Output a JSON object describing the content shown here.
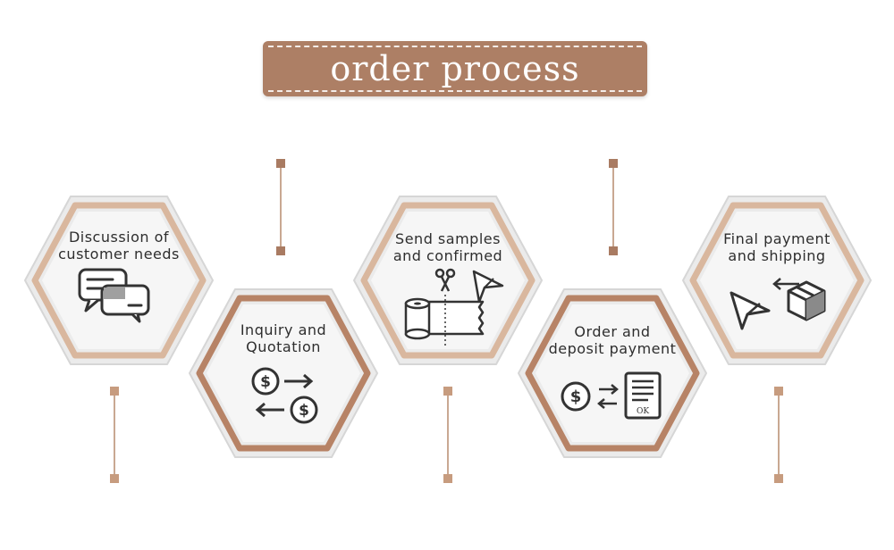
{
  "title": "order process",
  "steps": [
    {
      "label": "Discussion of\ncustomer needs",
      "icon": "chat-bubbles-icon"
    },
    {
      "label": "Inquiry and\nQuotation",
      "icon": "currency-exchange-icon"
    },
    {
      "label": "Send samples\nand confirmed",
      "icon": "fabric-roll-scissors-icon"
    },
    {
      "label": "Order and\ndeposit payment",
      "icon": "payment-receipt-icon"
    },
    {
      "label": "Final payment\nand shipping",
      "icon": "paper-plane-box-icon"
    }
  ],
  "receipt_text": "OK",
  "colors": {
    "accent": "#ad7f65",
    "ring_light": "#d9b79e",
    "ring_dark": "#b78366",
    "connector": "#c79c7f",
    "icon": "#333333"
  }
}
